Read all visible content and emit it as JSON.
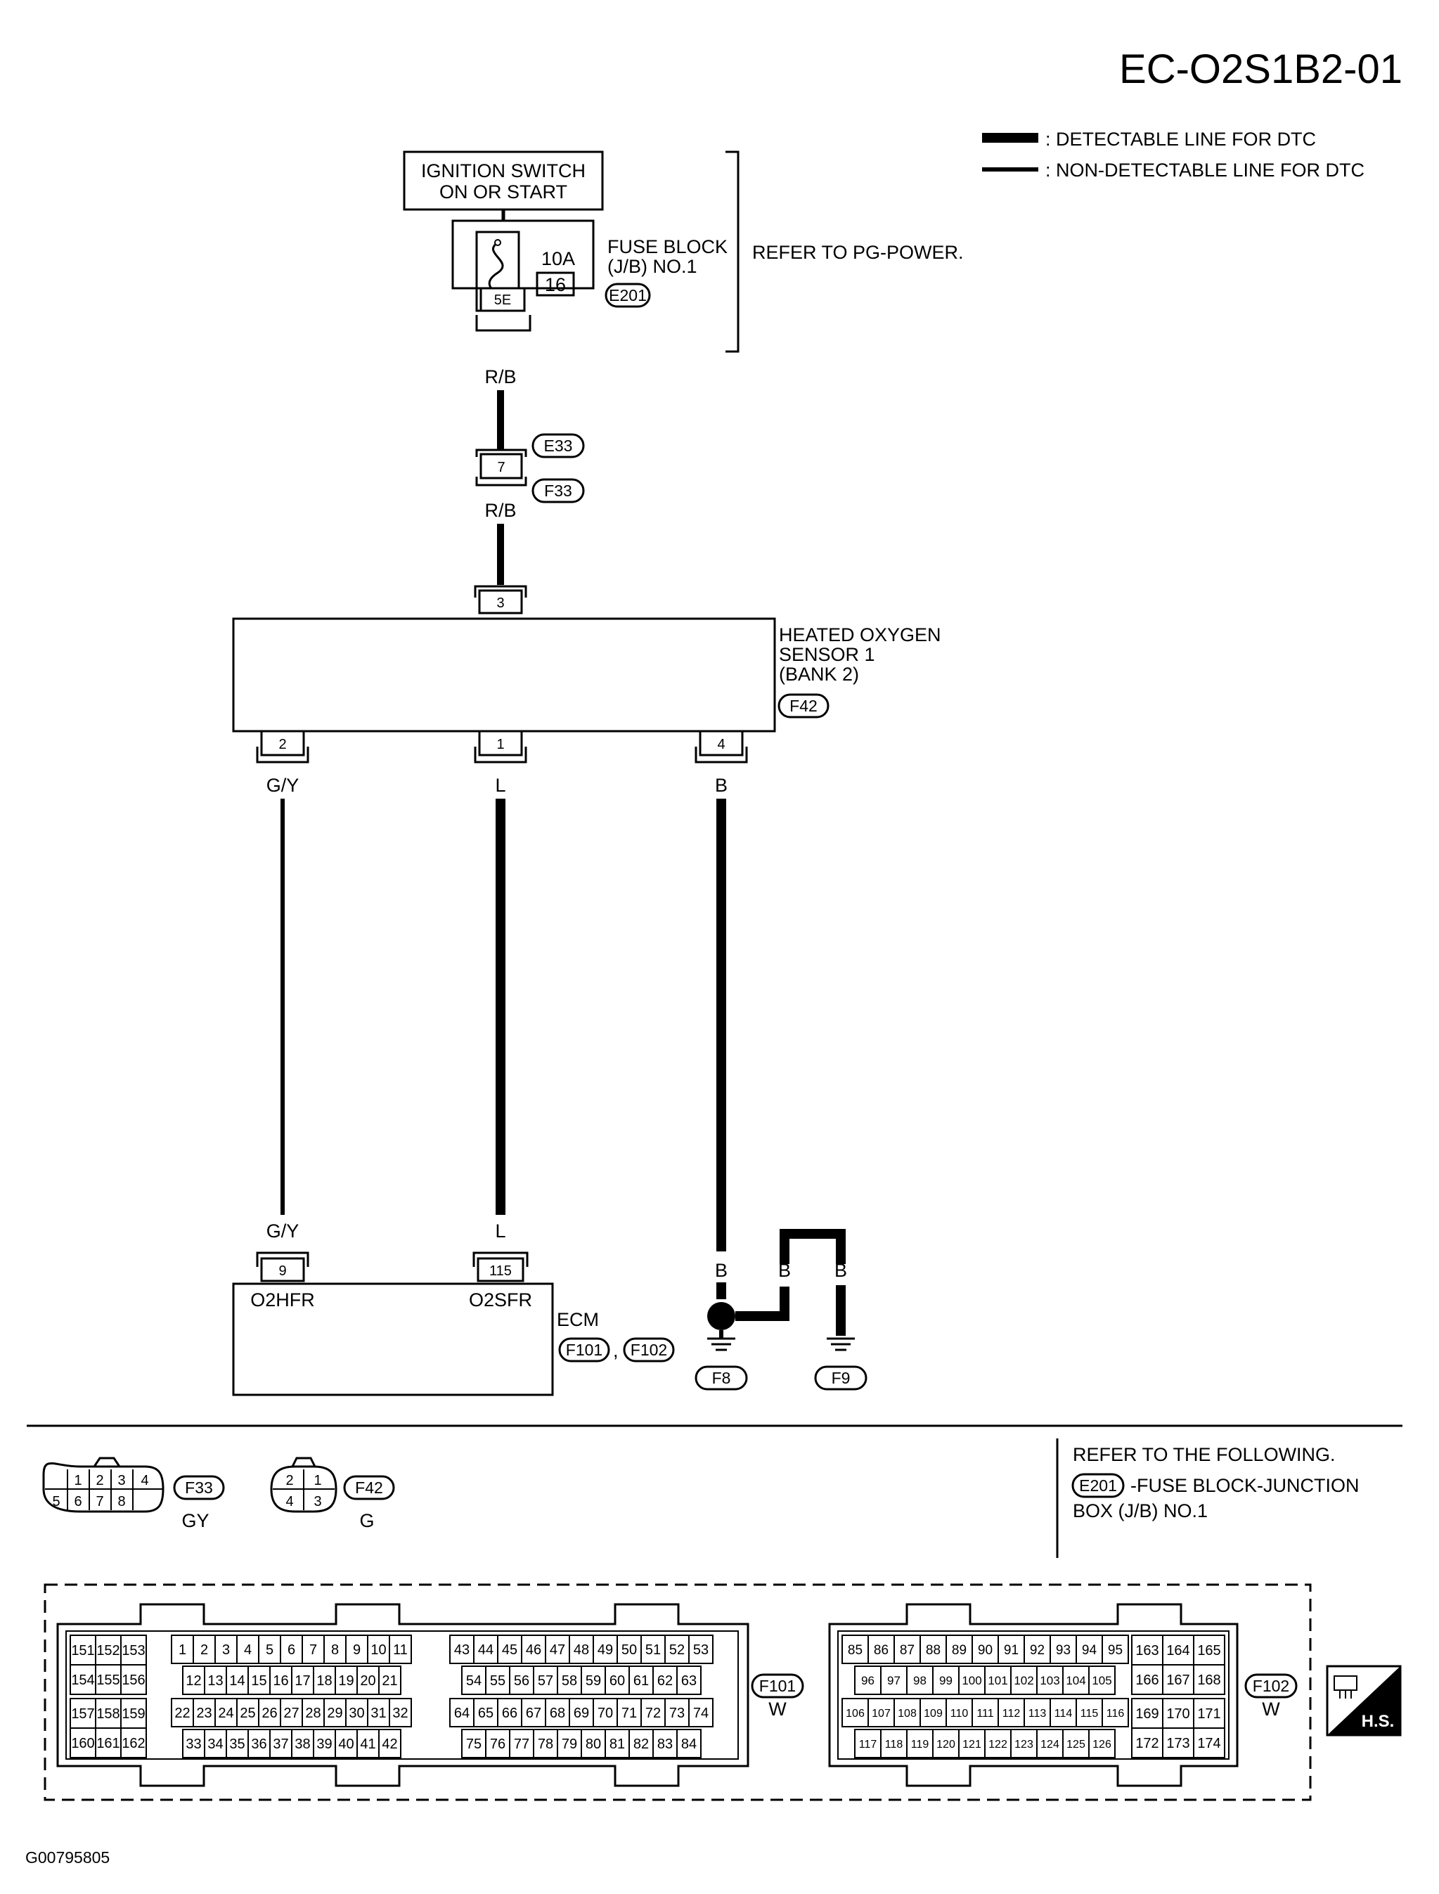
{
  "page": {
    "code": "EC-O2S1B2-01",
    "figure_id": "G00795805"
  },
  "legend": {
    "detectable": ": DETECTABLE LINE FOR DTC",
    "non_detectable": ": NON-DETECTABLE LINE FOR DTC"
  },
  "power": {
    "ignition_line1": "IGNITION SWITCH",
    "ignition_line2": "ON OR START",
    "fuse_amp": "10A",
    "fuse_no": "16",
    "fuse_block_line1": "FUSE BLOCK",
    "fuse_block_line2": "(J/B) NO.1",
    "fuse_block_conn": "E201",
    "fuse_terminal": "5E",
    "refer": "REFER TO PG-POWER."
  },
  "harness": {
    "wire_rb_upper": "R/B",
    "wire_rb_lower": "R/B",
    "joint_pin": "7",
    "joint_conn_top": "E33",
    "joint_conn_bottom": "F33"
  },
  "sensor": {
    "line1": "HEATED OXYGEN",
    "line2": "SENSOR 1",
    "line3": "(BANK 2)",
    "connector": "F42",
    "pin_top": "3",
    "pin_left": "2",
    "pin_center": "1",
    "pin_right": "4"
  },
  "wires": {
    "gy_top": "G/Y",
    "l_top": "L",
    "b_top": "B",
    "gy_bottom": "G/Y",
    "l_bottom": "L",
    "b_ground1": "B",
    "b_ground2": "B",
    "b_ground3": "B"
  },
  "ecm": {
    "label": "ECM",
    "pin_9": "9",
    "pin_115": "115",
    "term_o2hfr": "O2HFR",
    "term_o2sfr": "O2SFR",
    "conn1": "F101",
    "conn2": "F102",
    "separator": ","
  },
  "grounds": {
    "g1": "F8",
    "g2": "F9"
  },
  "connectors": {
    "f33_name": "F33",
    "f33_color": "GY",
    "f33_pins": [
      "1",
      "2",
      "3",
      "4",
      "5",
      "6",
      "7",
      "8"
    ],
    "f42_name": "F42",
    "f42_color": "G",
    "f42_pins": [
      "2",
      "1",
      "4",
      "3"
    ],
    "f101_name": "F101",
    "f101_color": "W",
    "f102_name": "F102",
    "f102_color": "W"
  },
  "refer_following": {
    "title": "REFER TO THE FOLLOWING.",
    "conn": "E201",
    "text1": "-FUSE BLOCK-JUNCTION",
    "text2": "BOX (J/B) NO.1"
  },
  "hs_badge": "H.S.",
  "f101_pins": {
    "corner_top": [
      "151",
      "152",
      "153",
      "154",
      "155",
      "156"
    ],
    "corner_bottom": [
      "157",
      "158",
      "159",
      "160",
      "161",
      "162"
    ],
    "a_row1": [
      "1",
      "2",
      "3",
      "4",
      "5",
      "6",
      "7",
      "8",
      "9",
      "10",
      "11"
    ],
    "a_row2": [
      "12",
      "13",
      "14",
      "15",
      "16",
      "17",
      "18",
      "19",
      "20",
      "21"
    ],
    "a_row3": [
      "22",
      "23",
      "24",
      "25",
      "26",
      "27",
      "28",
      "29",
      "30",
      "31",
      "32"
    ],
    "a_row4": [
      "33",
      "34",
      "35",
      "36",
      "37",
      "38",
      "39",
      "40",
      "41",
      "42"
    ],
    "b_row1": [
      "43",
      "44",
      "45",
      "46",
      "47",
      "48",
      "49",
      "50",
      "51",
      "52",
      "53"
    ],
    "b_row2": [
      "54",
      "55",
      "56",
      "57",
      "58",
      "59",
      "60",
      "61",
      "62",
      "63"
    ],
    "b_row3": [
      "64",
      "65",
      "66",
      "67",
      "68",
      "69",
      "70",
      "71",
      "72",
      "73",
      "74"
    ],
    "b_row4": [
      "75",
      "76",
      "77",
      "78",
      "79",
      "80",
      "81",
      "82",
      "83",
      "84"
    ]
  },
  "f102_pins": {
    "row1": [
      "85",
      "86",
      "87",
      "88",
      "89",
      "90",
      "91",
      "92",
      "93",
      "94",
      "95"
    ],
    "row2": [
      "96",
      "97",
      "98",
      "99",
      "100",
      "101",
      "102",
      "103",
      "104",
      "105"
    ],
    "row3": [
      "106",
      "107",
      "108",
      "109",
      "110",
      "111",
      "112",
      "113",
      "114",
      "115",
      "116"
    ],
    "row4": [
      "117",
      "118",
      "119",
      "120",
      "121",
      "122",
      "123",
      "124",
      "125",
      "126"
    ],
    "corner_top": [
      "163",
      "164",
      "165",
      "166",
      "167",
      "168"
    ],
    "corner_bottom": [
      "169",
      "170",
      "171",
      "172",
      "173",
      "174"
    ]
  }
}
